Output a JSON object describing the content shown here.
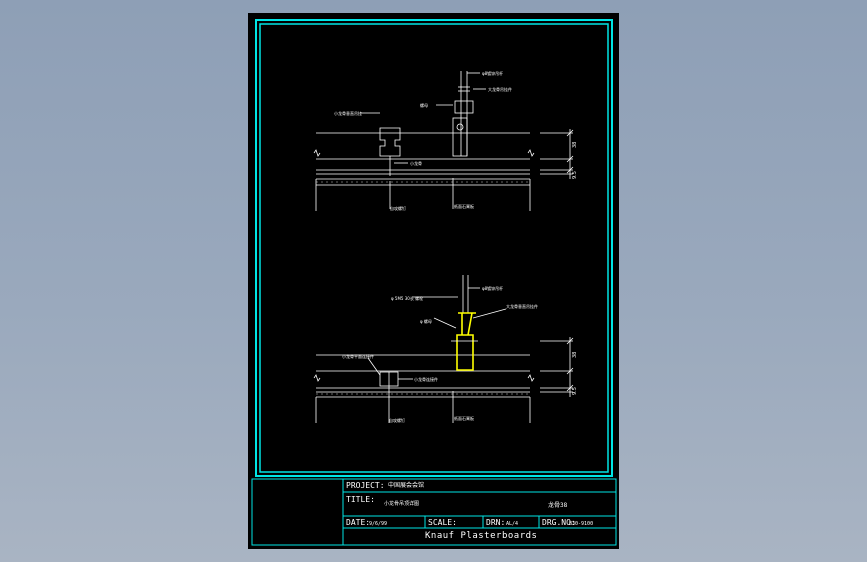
{
  "title_block": {
    "project_label": "PROJECT:",
    "project_value": "中国展会会馆",
    "title_label": "TITLE:",
    "title_value": "小龙骨吊顶详图",
    "drawing_no_right": "龙骨38",
    "date_label": "DATE:",
    "date_value": "9/6/99",
    "scale_label": "SCALE:",
    "drn_label": "DRN:",
    "drn_value": "AL/4",
    "drgno_label": "DRG.NO:",
    "drgno_value": "B30-9100",
    "company": "Knauf Plasterboards"
  },
  "upper_detail": {
    "labels": {
      "hanger_rod": "φ8镀锌吊杆",
      "nut": "螺母",
      "main_keel_hanger": "大龙骨吊挂件",
      "small_keel_hanger": "小龙骨垂直吊挂",
      "small_keel": "小龙骨",
      "screw": "自攻螺钉",
      "gypsum_board": "纸面石膏板"
    },
    "dims": {
      "top": "38",
      "bottom": "9.5"
    }
  },
  "lower_detail": {
    "labels": {
      "hanger_rod": "φ8镀锌吊杆",
      "bolt": "φ 5M5 30长 螺栓",
      "nut": "φ 螺母",
      "main_keel_connector": "大龙骨垂直吊挂件",
      "small_keel_side_hanger": "小龙骨平面连接件",
      "small_keel_joint": "小龙骨连接件",
      "screw": "自攻螺钉",
      "gypsum_board": "纸面石膏板"
    },
    "dims": {
      "top": "38",
      "bottom": "9.5"
    }
  },
  "colors": {
    "frame": "#00e5e5",
    "line": "#ffffff",
    "highlight": "#ffff00",
    "background": "#000000"
  }
}
